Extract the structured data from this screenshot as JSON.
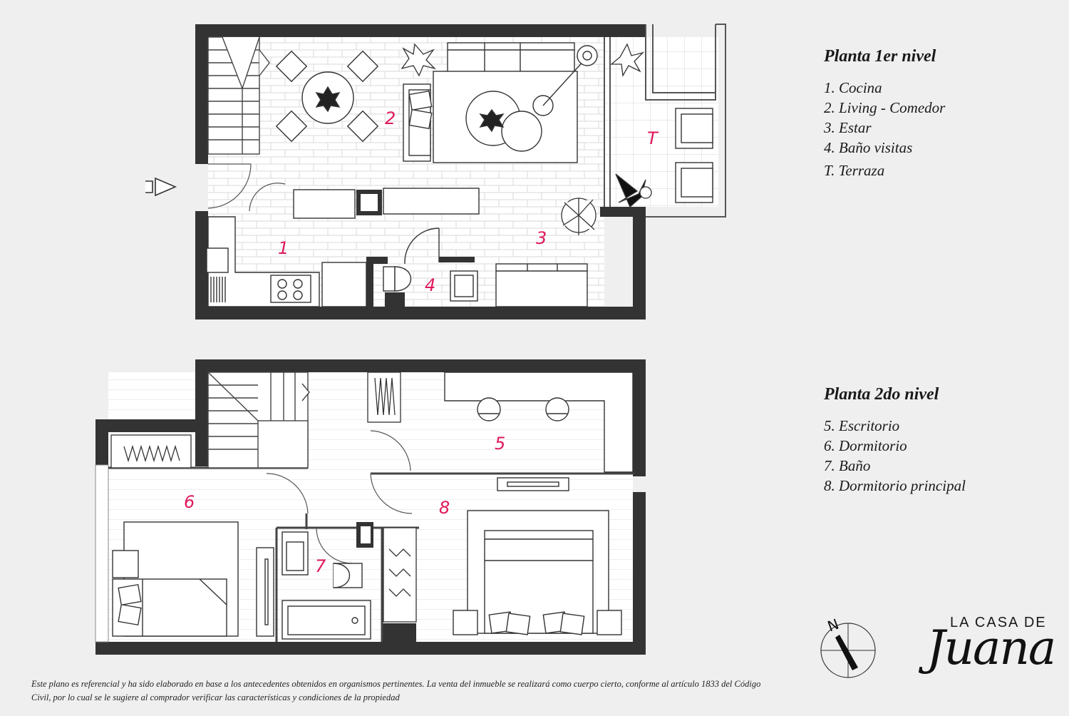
{
  "floor1": {
    "title": "Planta 1er nivel",
    "items": [
      "1.  Cocina",
      "2.  Living - Comedor",
      "3.  Estar",
      "4.  Baño visitas",
      "T. Terraza"
    ]
  },
  "floor2": {
    "title": "Planta 2do nivel",
    "items": [
      "5. Escritorio",
      "6. Dormitorio",
      "7. Baño",
      "8. Dormitorio principal"
    ]
  },
  "room_labels": {
    "r1": "1",
    "r2": "2",
    "r3": "3",
    "r4": "4",
    "rT": "T",
    "r5": "5",
    "r6": "6",
    "r7": "7",
    "r8": "8"
  },
  "compass_letter": "N",
  "brand": {
    "top": "LA CASA DE",
    "script": "Juana"
  },
  "disclaimer": "Este plano es referencial y ha sido elaborado en base a los antecedentes obtenidos en organismos pertinentes.  La venta del inmueble se realizará como cuerpo cierto, conforme al artículo 1833 del Código Civil, por lo cual se le sugiere al comprador verificar las características y condiciones de la propiedad",
  "colors": {
    "wall": "#333333",
    "room_label": "#e0195a",
    "background": "#efefef",
    "floor": "#ffffff"
  }
}
